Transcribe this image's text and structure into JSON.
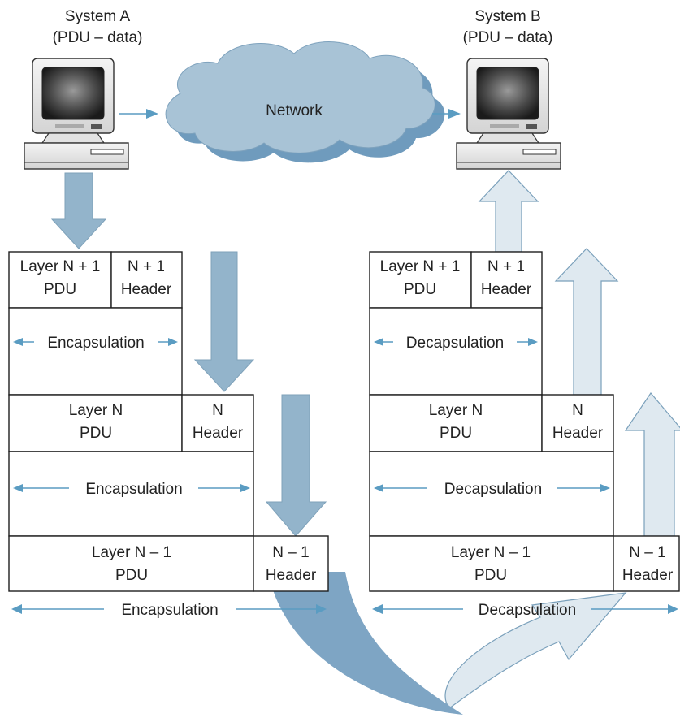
{
  "system_a": {
    "title": "System A",
    "subtitle": "(PDU – data)"
  },
  "system_b": {
    "title": "System B",
    "subtitle": "(PDU – data)"
  },
  "network": {
    "label": "Network"
  },
  "left_stack": {
    "layer_n_plus_1": {
      "pdu_line1": "Layer N + 1",
      "pdu_line2": "PDU",
      "hdr_line1": "N + 1",
      "hdr_line2": "Header"
    },
    "process_1": "Encapsulation",
    "layer_n": {
      "pdu_line1": "Layer N",
      "pdu_line2": "PDU",
      "hdr_line1": "N",
      "hdr_line2": "Header"
    },
    "process_2": "Encapsulation",
    "layer_n_minus_1": {
      "pdu_line1": "Layer N – 1",
      "pdu_line2": "PDU",
      "hdr_line1": "N – 1",
      "hdr_line2": "Header"
    },
    "process_3": "Encapsulation"
  },
  "right_stack": {
    "layer_n_plus_1": {
      "pdu_line1": "Layer N + 1",
      "pdu_line2": "PDU",
      "hdr_line1": "N + 1",
      "hdr_line2": "Header"
    },
    "process_1": "Decapsulation",
    "layer_n": {
      "pdu_line1": "Layer N",
      "pdu_line2": "PDU",
      "hdr_line1": "N",
      "hdr_line2": "Header"
    },
    "process_2": "Decapsulation",
    "layer_n_minus_1": {
      "pdu_line1": "Layer N – 1",
      "pdu_line2": "PDU",
      "hdr_line1": "N – 1",
      "hdr_line2": "Header"
    },
    "process_3": "Decapsulation"
  }
}
